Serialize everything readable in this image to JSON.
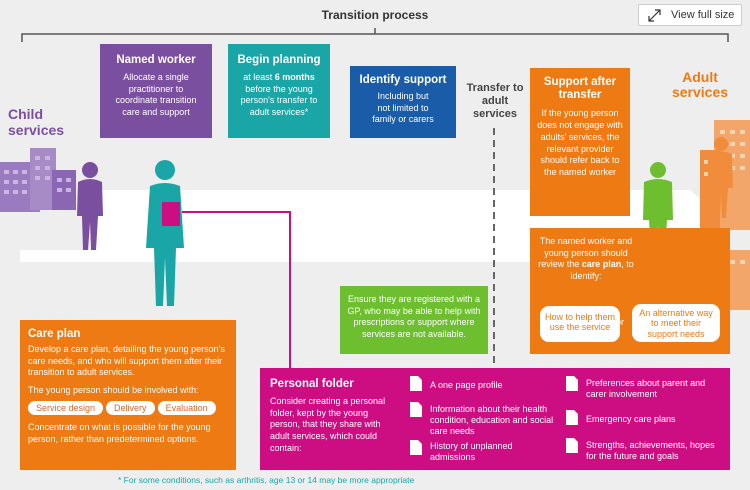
{
  "header": {
    "title": "Transition process",
    "view_full_size": "View full size"
  },
  "side_labels": {
    "child": "Child services",
    "adult": "Adult services",
    "transfer": "Transfer to adult services"
  },
  "named_worker": {
    "title": "Named worker",
    "body": "Allocate a single practitioner to coordinate transition care and support"
  },
  "begin_planning": {
    "title": "Begin planning",
    "body_pre": "at least ",
    "body_bold": "6 months",
    "body_post": " before the young person's transfer to adult services*"
  },
  "identify_support": {
    "title": "Identify support",
    "body": "Including but not limited to family or carers"
  },
  "support_after": {
    "title": "Support after transfer",
    "body": "If the young person does not engage with adults' services, the relevant provider should refer back to the named worker"
  },
  "review": {
    "body_pre": "The named worker and young person should review the ",
    "body_bold": "care plan",
    "body_post": ", to identify:",
    "option1": "How to help them use the service",
    "or": "or",
    "option2": "An alternative way to meet their support needs"
  },
  "gp": {
    "body": "Ensure they are registered with a GP, who may be able to help with prescriptions or support where services are not available."
  },
  "care_plan": {
    "title": "Care plan",
    "body": "Develop a care plan, detailing the young person's care needs, and who will support them after their transition to adult services.",
    "involve": "The young person should be involved with:",
    "pills": [
      "Service design",
      "Delivery",
      "Evaluation"
    ],
    "footer": "Concentrate on what is possible for the young person, rather than predetermined options."
  },
  "personal_folder": {
    "title": "Personal folder",
    "body": "Consider creating a personal folder, kept by the young person, that they share with adult services, which could contain:",
    "items_left": [
      "A one page profile",
      "Information about their health condition, education and social care needs",
      "History of unplanned admissions"
    ],
    "items_right": [
      "Preferences about parent and carer involvement",
      "Emergency care plans",
      "Strengths, achievements, hopes for the future and goals"
    ]
  },
  "footnote": "* For some conditions, such as arthritis, age 13 or 14 may be more appropriate",
  "colors": {
    "purple": "#7b4fa0",
    "teal": "#1aa6a6",
    "blue": "#1a5ca8",
    "orange": "#ee7a14",
    "green": "#6ebf2f",
    "magenta": "#cc0e82",
    "lightpurple": "#9a7bbf",
    "lightorange": "#f3a66a"
  }
}
